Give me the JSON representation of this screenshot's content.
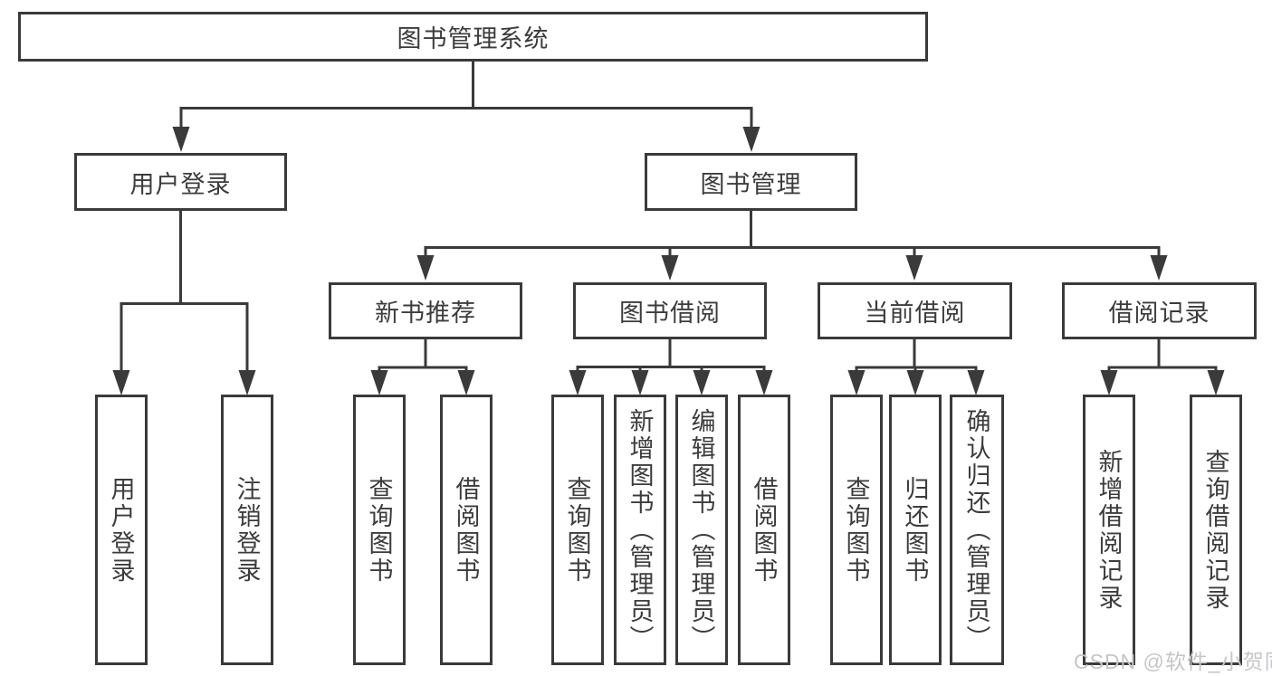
{
  "diagram": {
    "root": "图书管理系统",
    "children": [
      {
        "label": "用户登录",
        "children": [
          {
            "label": "用户登录"
          },
          {
            "label": "注销登录"
          }
        ]
      },
      {
        "label": "图书管理",
        "children": [
          {
            "label": "新书推荐",
            "children": [
              {
                "label": "查询图书"
              },
              {
                "label": "借阅图书"
              }
            ]
          },
          {
            "label": "图书借阅",
            "children": [
              {
                "label": "查询图书"
              },
              {
                "label": "新增图书（管理员）"
              },
              {
                "label": "编辑图书（管理员）"
              },
              {
                "label": "借阅图书"
              }
            ]
          },
          {
            "label": "当前借阅",
            "children": [
              {
                "label": "查询图书"
              },
              {
                "label": "归还图书"
              },
              {
                "label": "确认归还（管理员）"
              }
            ]
          },
          {
            "label": "借阅记录",
            "children": [
              {
                "label": "新增借阅记录"
              },
              {
                "label": "查询借阅记录"
              }
            ]
          }
        ]
      }
    ]
  },
  "watermark": "CSDN @软件_小贺同学",
  "colors": {
    "line": "#3a3a3a",
    "text": "#3c3c3c",
    "watermark": "#c6c6c8",
    "background": "#ffffff"
  }
}
